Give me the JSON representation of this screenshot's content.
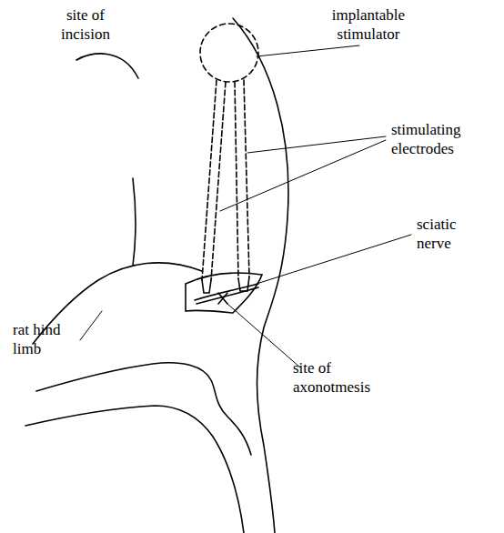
{
  "diagram": {
    "labels": [
      "site of incision",
      "implantable stimulator",
      "stimulating electrodes",
      "sciatic nerve",
      "rat hind limb",
      "site of axonotmesis"
    ]
  }
}
